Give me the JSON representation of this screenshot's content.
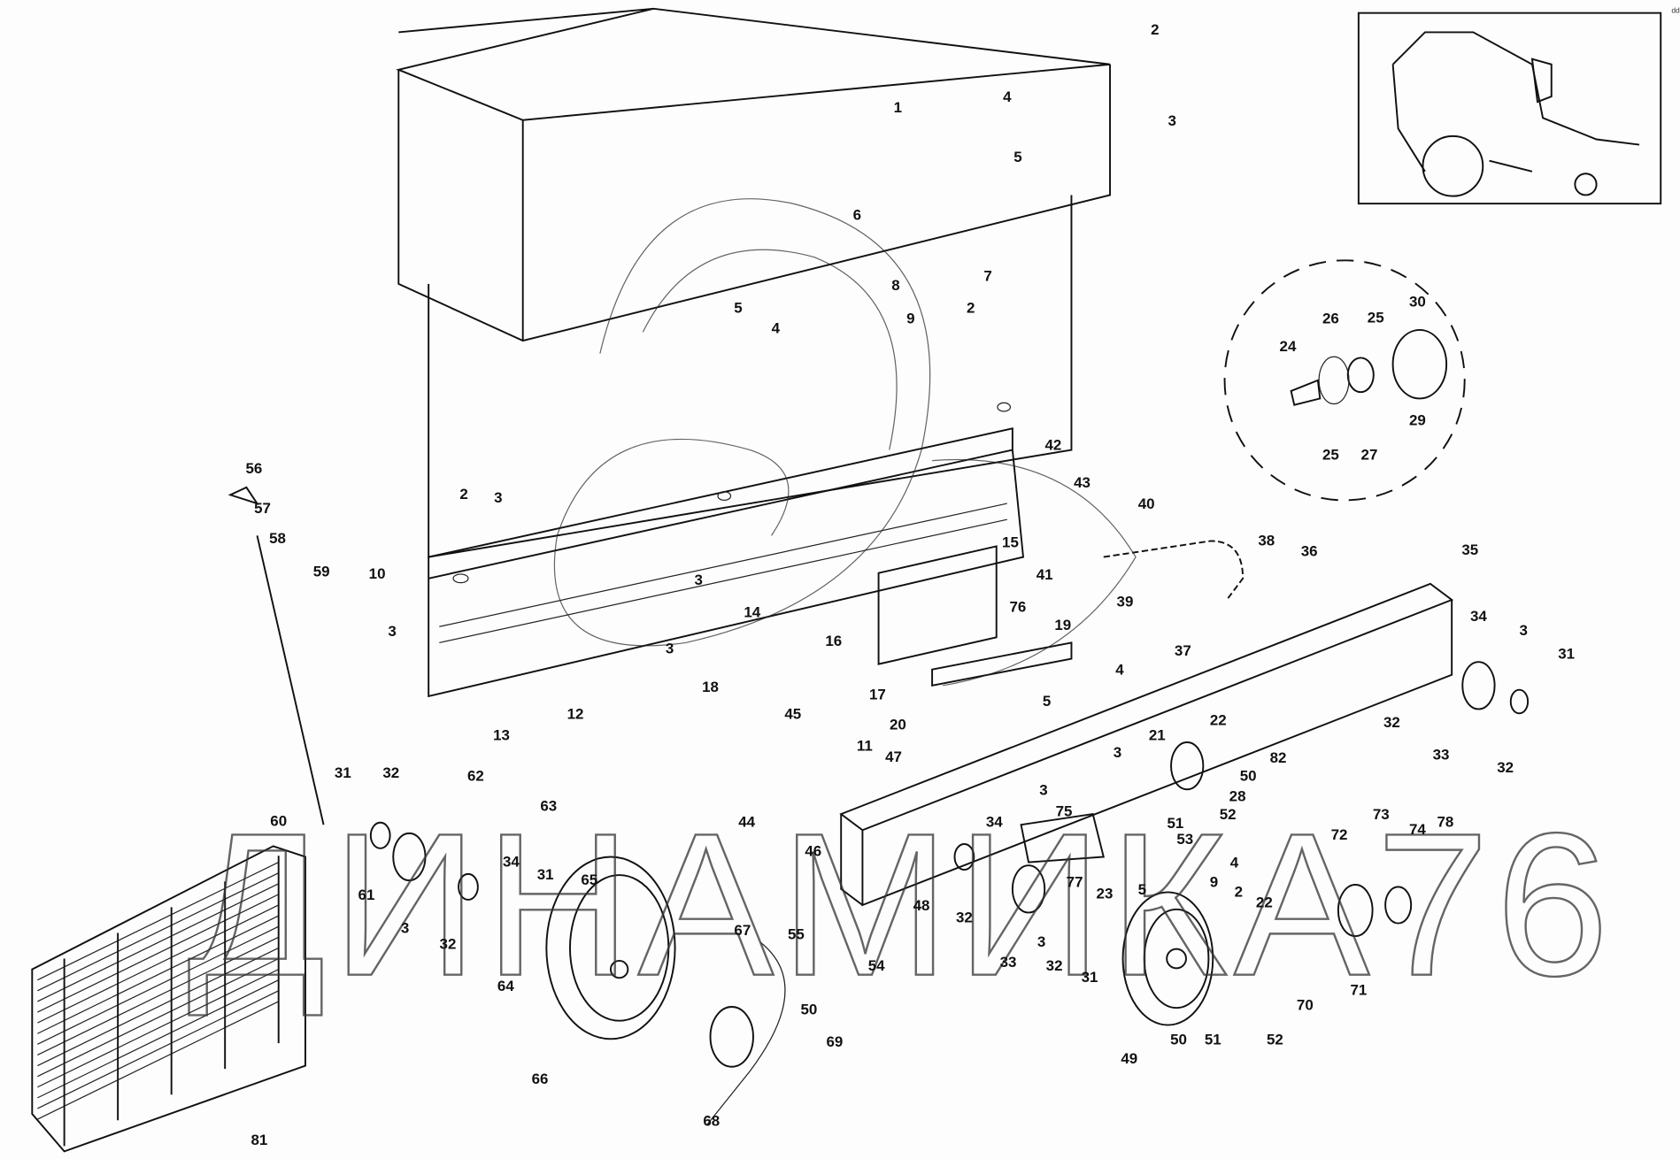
{
  "title": "Parts exploded view",
  "watermark": "ДИНАМИКА76",
  "thumbnail_caption": "ddd",
  "part_labels": [
    "1",
    "2",
    "3",
    "4",
    "5",
    "6",
    "7",
    "8",
    "9",
    "2",
    "5",
    "4",
    "2",
    "3",
    "56",
    "57",
    "58",
    "59",
    "10",
    "3",
    "3",
    "14",
    "3",
    "18",
    "12",
    "13",
    "15",
    "76",
    "16",
    "17",
    "19",
    "20",
    "42",
    "43",
    "40",
    "41",
    "39",
    "38",
    "37",
    "36",
    "35",
    "34",
    "3",
    "31",
    "32",
    "33",
    "32",
    "4",
    "5",
    "21",
    "22",
    "82",
    "50",
    "28",
    "52",
    "51",
    "53",
    "3",
    "3",
    "75",
    "77",
    "23",
    "5",
    "4",
    "9",
    "2",
    "22",
    "70",
    "71",
    "72",
    "73",
    "74",
    "78",
    "49",
    "50",
    "51",
    "52",
    "45",
    "44",
    "11",
    "47",
    "46",
    "48",
    "55",
    "54",
    "34",
    "32",
    "33",
    "3",
    "32",
    "31",
    "62",
    "63",
    "31",
    "32",
    "60",
    "61",
    "34",
    "31",
    "65",
    "3",
    "32",
    "64",
    "66",
    "67",
    "68",
    "50",
    "69",
    "81",
    "24",
    "26",
    "25",
    "30",
    "29",
    "25",
    "27"
  ]
}
